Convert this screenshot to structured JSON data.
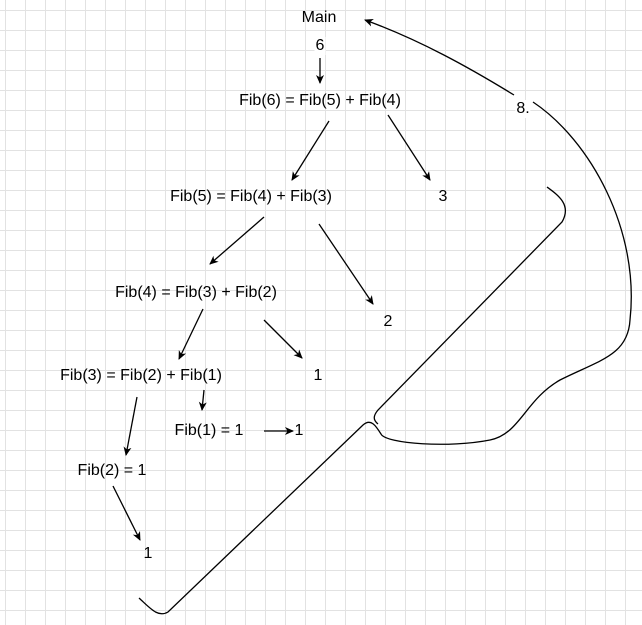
{
  "diagram": {
    "nodes": {
      "main": "Main",
      "fib6": "Fib(6) = Fib(5) + Fib(4)",
      "fib5": "Fib(5) = Fib(4) + Fib(3)",
      "fib4": "Fib(4) = Fib(3) + Fib(2)",
      "fib3": "Fib(3) = Fib(2) + Fib(1)",
      "fib1": "Fib(1) = 1",
      "fib2": "Fib(2) = 1"
    },
    "results": {
      "r3": "3",
      "r2": "2",
      "r1_fib4": "1",
      "r1_fib1": "1",
      "r1_fib2": "1"
    },
    "edge_labels": {
      "main_to_fib6": "6",
      "return_to_main": "8."
    }
  }
}
